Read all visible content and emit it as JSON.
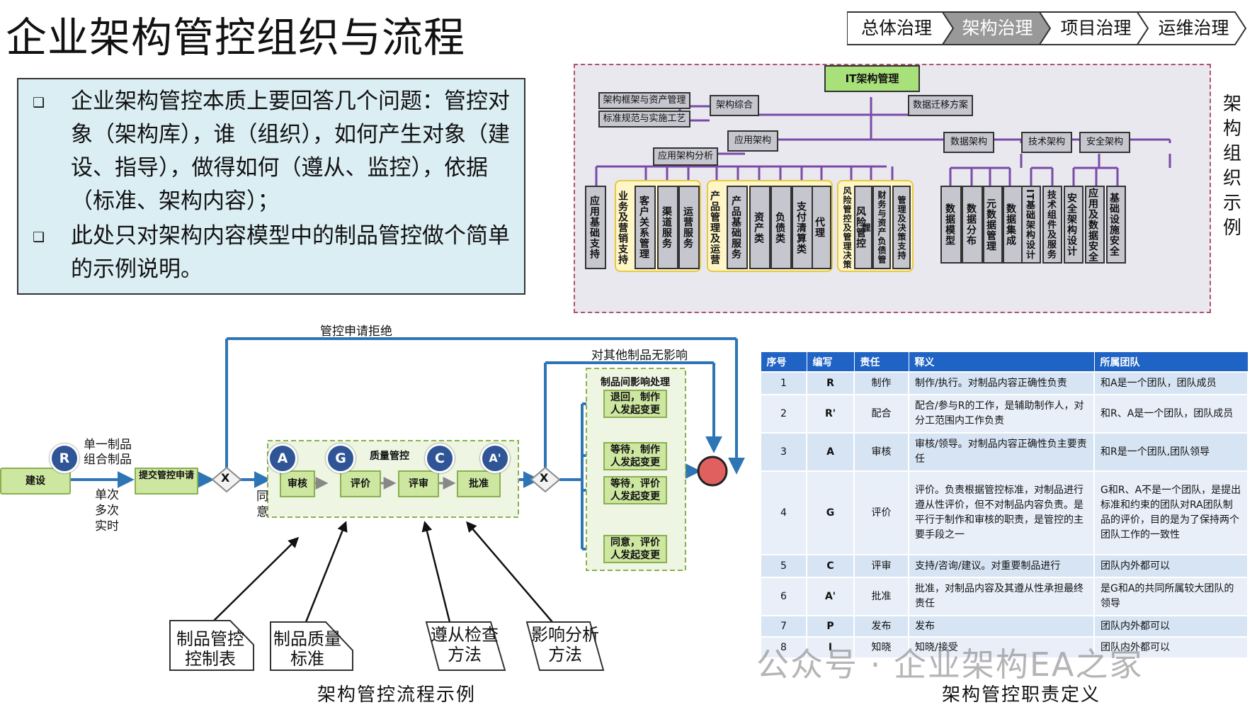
{
  "title": "企业架构管控组织与流程",
  "breadcrumb": [
    "总体治理",
    "架构治理",
    "项目治理",
    "运维治理"
  ],
  "breadcrumb_active": 1,
  "intro": {
    "bullet_icon": "checkbox-bullet-icon",
    "bullets": [
      "企业架构管控本质上要回答几个问题：管控对象（架构库），谁（组织），如何产生对象（建设、指导），做得如何（遵从、监控），依据（标准、架构内容）；",
      "此处只对架构内容模型中的制品管控做个简单的示例说明。"
    ]
  },
  "org": {
    "vertical_label": "架构组织示例",
    "root": "IT架构管理",
    "level1": {
      "arch_integration": "架构综合",
      "data_migration": "数据迁移方案",
      "app_arch": "应用架构",
      "data_arch": "数据架构",
      "tech_arch": "技术架构",
      "security_arch": "安全架构"
    },
    "arch_children": [
      "架构框架与资产管理",
      "标准规范与实施工艺"
    ],
    "app_analysis": "应用架构分析",
    "app_leaves": [
      "应用基础支持",
      "业务及营销支持",
      "客户关系管理",
      "渠道服务",
      "运营服务",
      "产品管理及运营",
      "产品基础服务",
      "资产类",
      "负债类",
      "支付清算类",
      "代理",
      "风险管控及管理决策",
      "风险管控",
      "财务与资产负债管理",
      "管理及决策支持"
    ],
    "data_leaves": [
      "数据模型",
      "数据分布",
      "元数据管理",
      "数据集成"
    ],
    "tech_leaves": [
      "IT基础架构设计",
      "技术组件及服务"
    ],
    "sec_leaves": [
      "安全架构设计",
      "应用及数据安全",
      "基础设施安全"
    ]
  },
  "flow": {
    "reject_label": "管控申请拒绝",
    "no_impact_label": "对其他制品无影响",
    "impact_group_title": "制品间影响处理",
    "build": "建设",
    "submit": "提交管控申请",
    "single_label": "单一制品\n组合制品",
    "freq_label": "单次\n多次\n实时",
    "agree_label": "同\n意",
    "quality_title": "质量管控",
    "steps": [
      "审核",
      "评价",
      "评审",
      "批准"
    ],
    "roles": [
      "R",
      "A",
      "G",
      "C",
      "A'"
    ],
    "gateway": "X",
    "impacts": [
      "退回，制作\n人发起变更",
      "等待，制作\n人发起变更",
      "等待，评价\n人发起变更",
      "同意，评价\n人发起变更"
    ],
    "inputs": [
      "制品管控\n控制表",
      "制品质量\n标准",
      "遵从检查\n方法",
      "影响分析\n方法"
    ],
    "caption": "架构管控流程示例"
  },
  "table": {
    "headers": [
      "序号",
      "编写",
      "责任",
      "释义",
      "所属团队"
    ],
    "rows": [
      [
        "1",
        "R",
        "制作",
        "制作/执行。对制品内容正确性负责",
        "和A是一个团队，团队成员"
      ],
      [
        "2",
        "R'",
        "配合",
        "配合/参与R的工作，是辅助制作人，对分工范围内工作负责",
        "和R、A是一个团队，团队成员"
      ],
      [
        "3",
        "A",
        "审核",
        "审核/领导。对制品内容正确性负主要责任",
        "和R是一个团队,团队领导"
      ],
      [
        "4",
        "G",
        "评价",
        "评价。负责根据管控标准，对制品进行遵从性评价，但不对制品内容负责。是平行于制作和审核的职责，是管控的主要手段之一",
        "G和R、A不是一个团队，是提出标准和约束的团队对RA团队制品的评价，目的是为了保持两个团队工作的一致性"
      ],
      [
        "5",
        "C",
        "评审",
        "支持/咨询/建议。对重要制品进行",
        "团队内外都可以"
      ],
      [
        "6",
        "A'",
        "批准",
        "批准，对制品内容及其遵从性承担最终责任",
        "是G和A的共同所属较大团队的领导"
      ],
      [
        "7",
        "P",
        "发布",
        "发布",
        "团队内外都可以"
      ],
      [
        "8",
        "I",
        "知晓",
        "知晓/接受",
        "团队内外都可以"
      ]
    ],
    "caption": "架构管控职责定义"
  },
  "watermark": "公众号 · 企业架构EA之家",
  "colors": {
    "accent_blue": "#2f5597",
    "header_blue": "#1f63c4",
    "flow_green": "#cde6a0",
    "intro_bg": "#dbeef4",
    "org_purple": "#7a4aa8"
  }
}
